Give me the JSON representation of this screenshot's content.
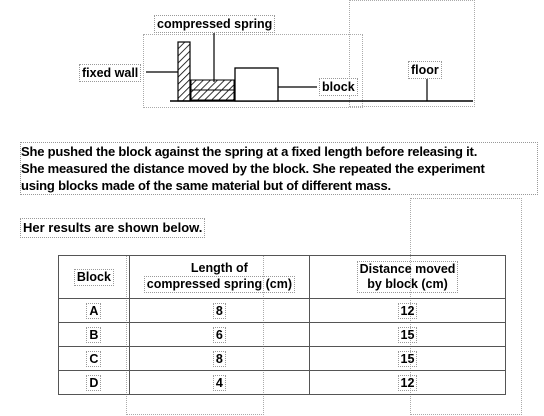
{
  "diagram": {
    "label_spring": "compressed spring",
    "label_wall": "fixed wall",
    "label_block": "block",
    "label_floor": "floor"
  },
  "paragraph": {
    "line1": "She pushed the block against the spring at a fixed length before releasing it.",
    "line2": "She measured the distance moved by the block. She repeated the experiment",
    "line3": "using blocks made of the same material but of different mass."
  },
  "results_intro": "Her results are shown below.",
  "table": {
    "headers": {
      "block": "Block",
      "length_line1": "Length of",
      "length_line2": "compressed spring (cm)",
      "distance_line1": "Distance moved",
      "distance_line2": "by block (cm)"
    },
    "rows": [
      {
        "block": "A",
        "length": "8",
        "distance": "12"
      },
      {
        "block": "B",
        "length": "6",
        "distance": "15"
      },
      {
        "block": "C",
        "length": "8",
        "distance": "15"
      },
      {
        "block": "D",
        "length": "4",
        "distance": "12"
      }
    ]
  }
}
